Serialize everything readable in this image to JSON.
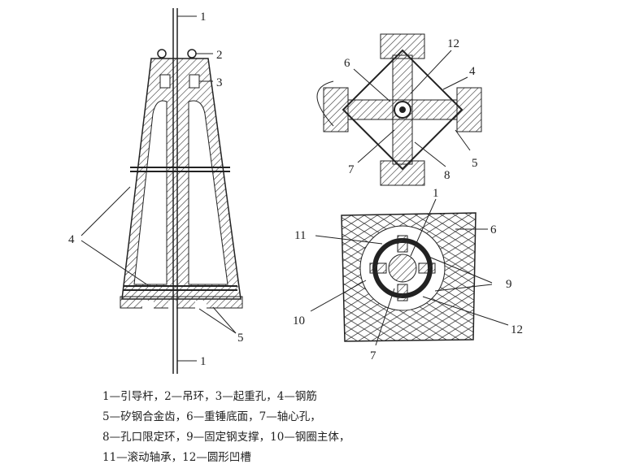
{
  "figure": {
    "left_labels": [
      "1",
      "2",
      "3",
      "4",
      "5",
      "1"
    ],
    "top_right_labels": [
      "12",
      "6",
      "4",
      "7",
      "8",
      "5"
    ],
    "bottom_right_labels": [
      "1",
      "11",
      "6",
      "9",
      "10",
      "12",
      "7"
    ]
  },
  "caption": [
    "1—引导杆，2—吊环，3—起重孔，4—钢筋",
    "5—矽钢合金齿，6—重锤底面，7—轴心孔，",
    "8—孔口限定环，9—固定钢支撑，10—钢圈主体，",
    "11—滚动轴承，12—圆形凹槽"
  ]
}
